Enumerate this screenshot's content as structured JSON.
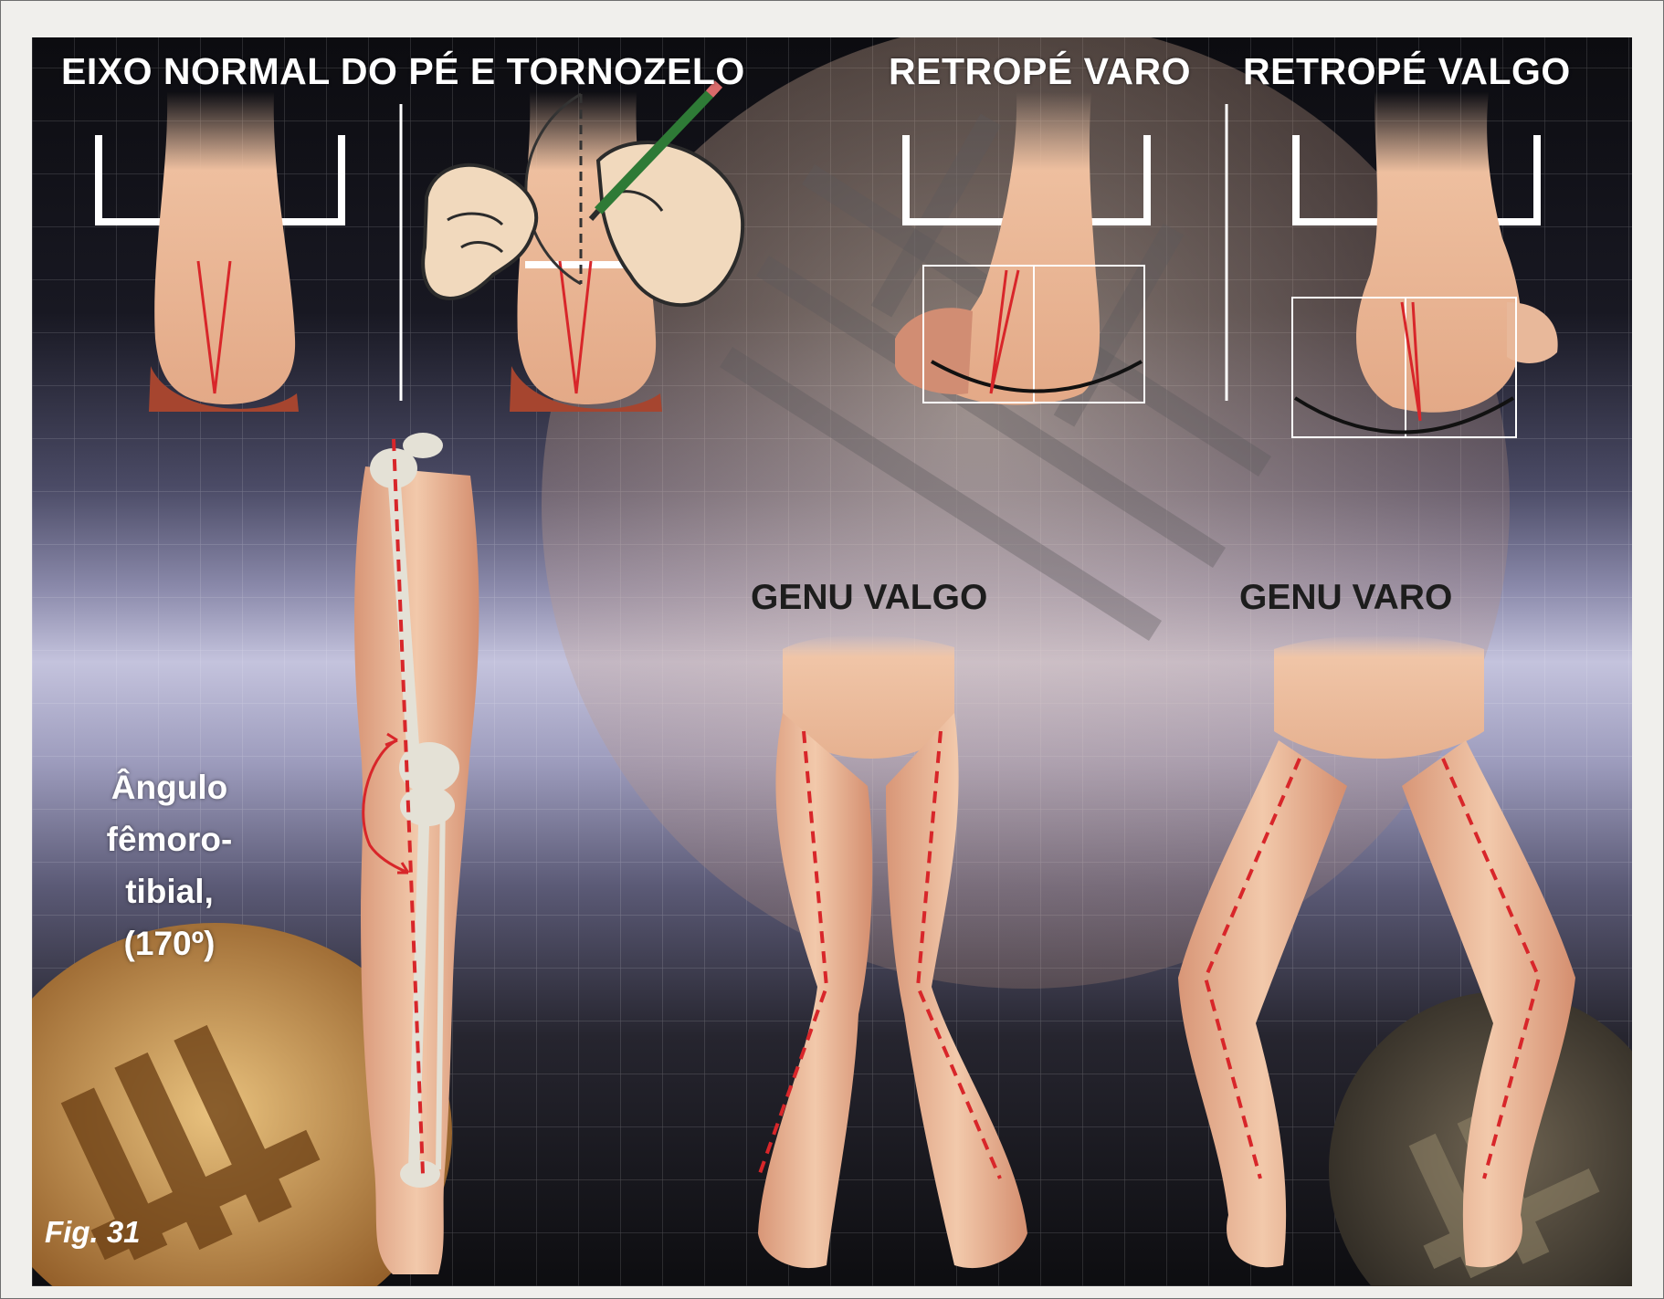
{
  "labels": {
    "normal_axis": "EIXO NORMAL DO PÉ E TORNOZELO",
    "hindfoot_varus": "RETROPÉ VARO",
    "hindfoot_valgus": "RETROPÉ VALGO",
    "genu_valgum": "GENU VALGO",
    "genu_varum": "GENU VARO",
    "angle_line1": "Ângulo",
    "angle_line2": "fêmoro-tibial,",
    "angle_line3": "(170º)",
    "figure": "Fig. 31"
  },
  "colors": {
    "axis_red": "#d8262a",
    "skin": "#eab89a",
    "skin_shadow": "#c98568",
    "skin_base": "#a6452f",
    "guide_white": "#ffffff",
    "bone": "#e4e1d6",
    "logo_gold": "#b07835"
  }
}
